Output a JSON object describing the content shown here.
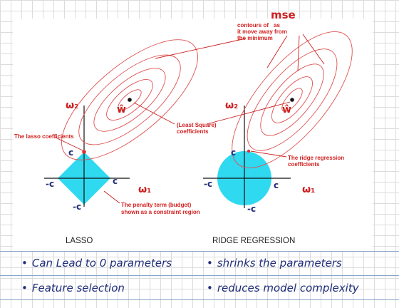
{
  "diagram": {
    "mse_label": "mse",
    "contour_note": [
      "contours of",
      "as",
      "it move away from",
      "the minimum"
    ],
    "least_square": [
      "(Least Square)",
      "coefficients"
    ],
    "lasso_coef": "The lasso coefficients",
    "ridge_coef": [
      "The ridge regression",
      "coefficients"
    ],
    "penalty": [
      "The penalty term (budget)",
      "shown as a constraint region"
    ],
    "w2": "ω₂",
    "w1": "ω₁",
    "what": "ŵ",
    "c": "c",
    "neg_c": "-c",
    "lasso_title": "LASSO",
    "ridge_title": "RIDGE REGRESSION"
  },
  "notes": {
    "bullet": "•",
    "lead_zero": "Can Lead to 0 parameters",
    "feature_sel": "Feature selection",
    "shrinks": "shrinks the parameters",
    "reduces": "reduces model complexity"
  },
  "colors": {
    "contour": "#e05050",
    "region": "#2fd9f0",
    "label_red": "#d32020",
    "note_blue": "#1f2d7a"
  }
}
